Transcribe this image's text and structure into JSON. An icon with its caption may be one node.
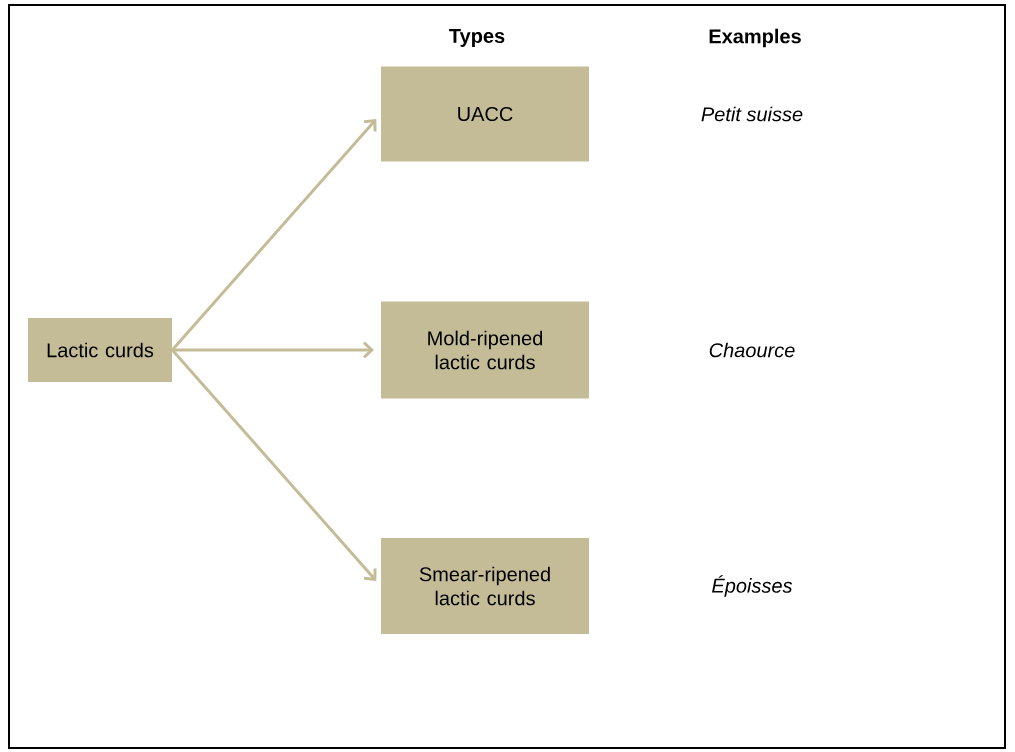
{
  "diagram": {
    "nodes": [
      {
        "text": [
          "Lactic curds"
        ]
      },
      {
        "text": [
          "UACC"
        ]
      },
      {
        "text": [
          "Mold-ripened lactic curds"
        ]
      },
      {
        "text": [
          "Smear-ripened lactic curds"
        ]
      }
    ],
    "edges": [
      {
        "from": 0,
        "to": 1,
        "arrow": "to"
      },
      {
        "from": 0,
        "to": 2,
        "arrow": "to"
      },
      {
        "from": 0,
        "to": 3,
        "arrow": "to"
      }
    ],
    "labels": [
      "Types",
      "Examples",
      "Petit suisse",
      "Chaource",
      "Époisses"
    ]
  }
}
